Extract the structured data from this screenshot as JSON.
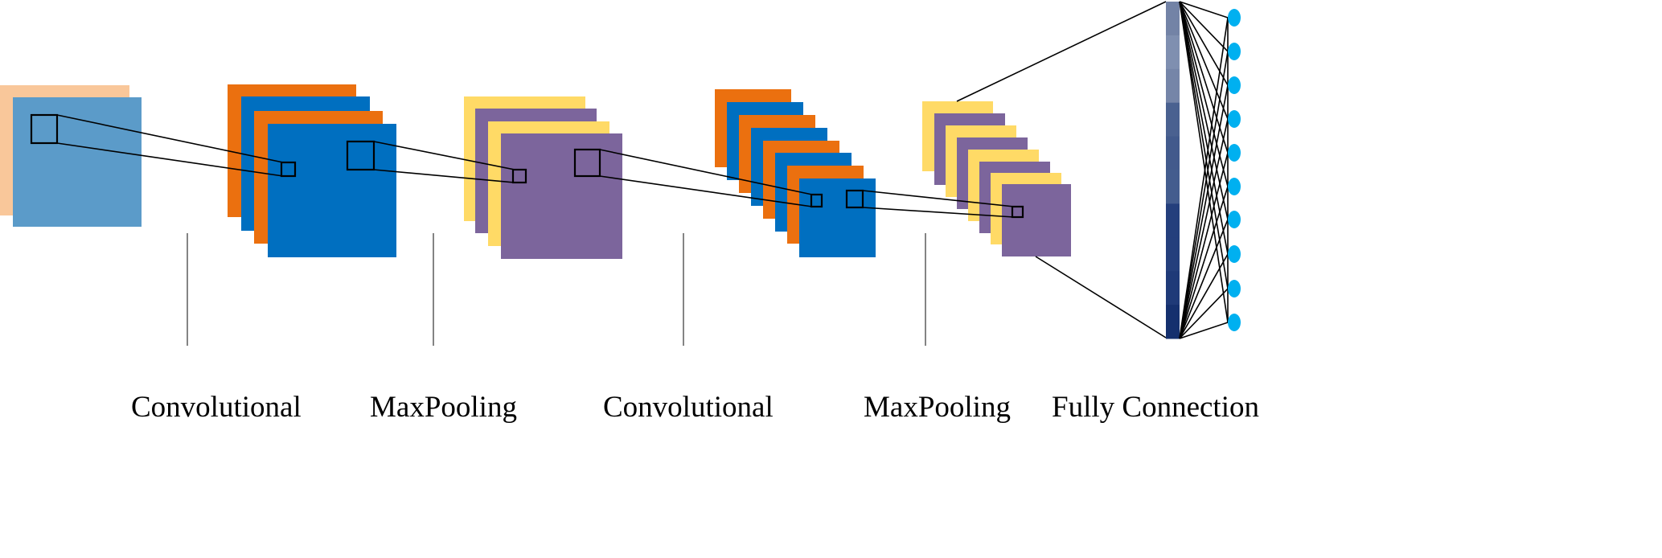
{
  "labels": {
    "conv1": "Convolutional",
    "pool1": "MaxPooling",
    "conv2": "Convolutional",
    "pool2": "MaxPooling",
    "fc": "Fully Connection"
  },
  "colors": {
    "input_back": "#f9c79a",
    "input_front": "#5b9bc9",
    "orange": "#eb700f",
    "blue": "#006fc0",
    "yellow": "#ffda66",
    "purple": "#7c659c",
    "node": "#00b0f0",
    "fc_light": "#7a8bad",
    "fc_dark": "#15306e"
  }
}
